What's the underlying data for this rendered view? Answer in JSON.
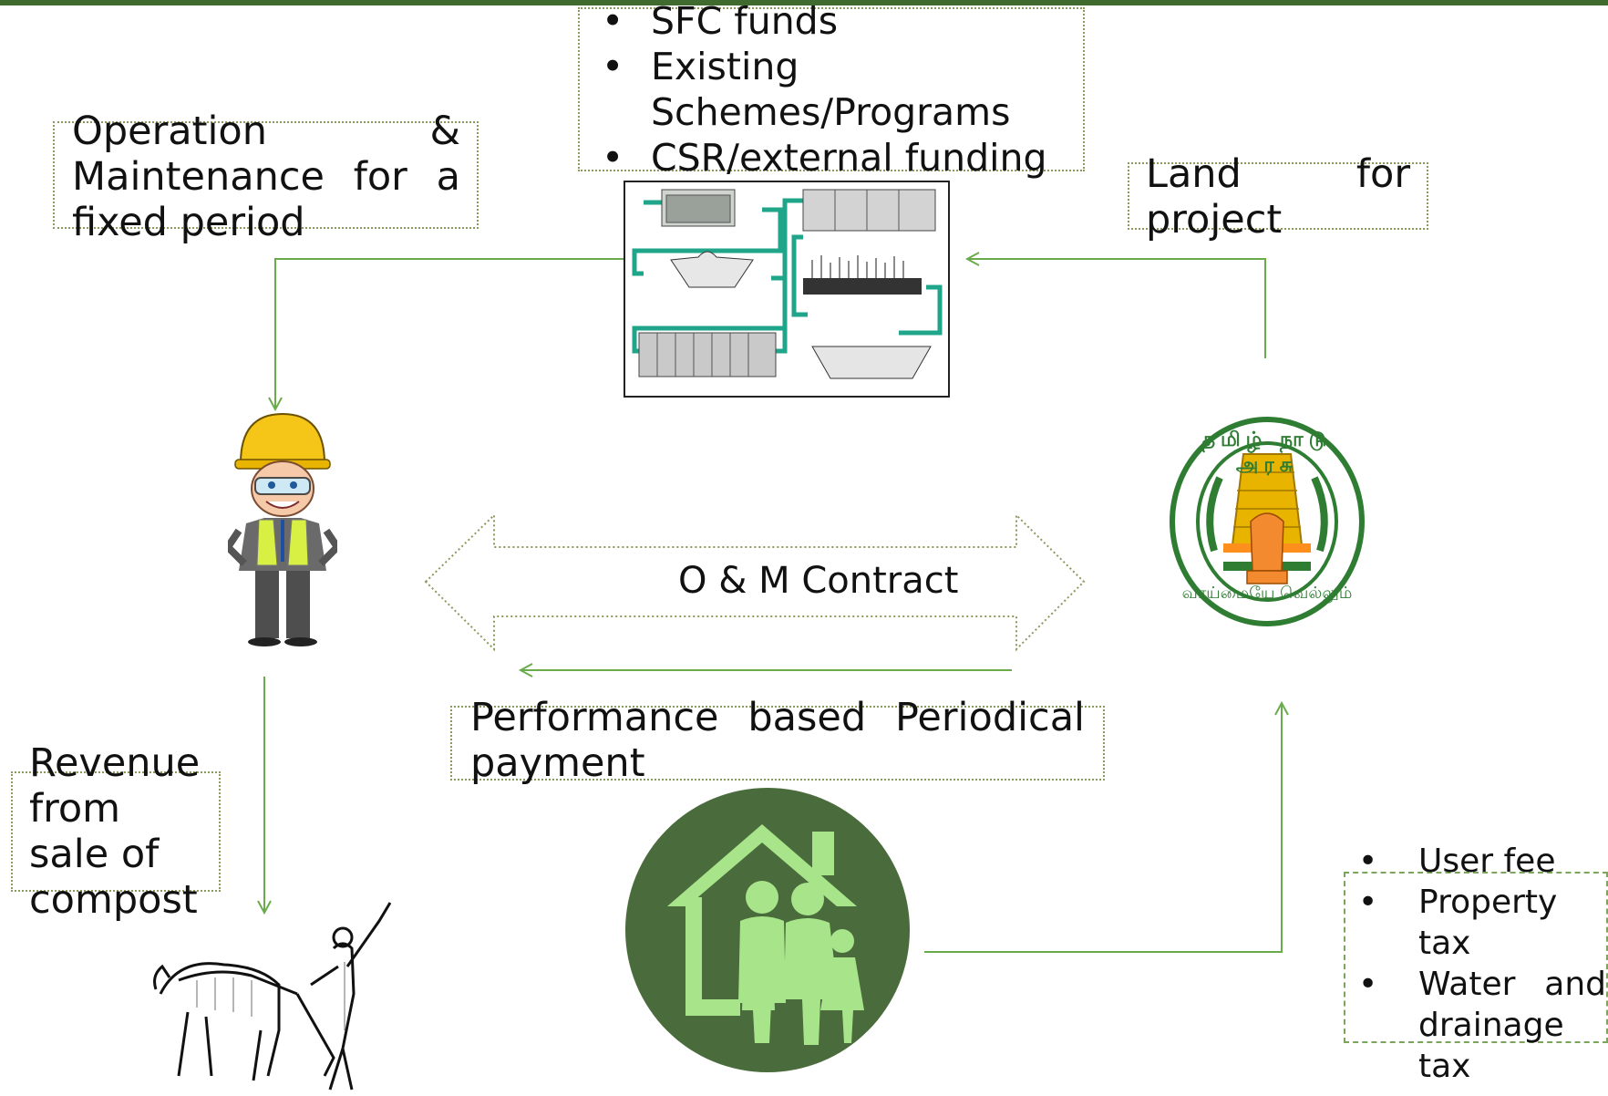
{
  "funding": {
    "items": [
      "SFC funds",
      "Existing Schemes/Programs",
      "CSR/external funding"
    ]
  },
  "om_box": {
    "text": "Operation & Maintenance for a fixed period"
  },
  "land_box": {
    "text": "Land for project"
  },
  "contract": {
    "label": "O & M Contract"
  },
  "payment": {
    "text": "Performance based Periodical payment"
  },
  "revenue": {
    "text": "Revenue from sale of compost"
  },
  "taxes": {
    "items": [
      "User fee",
      "Property tax",
      "Water and drainage tax"
    ]
  },
  "emblem": {
    "top_text": "தமிழ் நாடு அரசு",
    "bottom_text": "வாய்மையே வெல்லும்"
  },
  "colors": {
    "arrow": "#6aab4c",
    "dotted_border": "#8a9a5b",
    "family_circle": "#4a6b3b",
    "family_fill": "#a8e58a",
    "emblem_green": "#2e7d32",
    "emblem_gold": "#e8b400"
  },
  "icons": {
    "worker": "engineer-with-hard-hat",
    "farmer": "farmer-ploughing-with-oxen",
    "plant": "treatment-plant-process-diagram",
    "emblem": "tamil-nadu-state-emblem",
    "family": "family-house-icon"
  }
}
